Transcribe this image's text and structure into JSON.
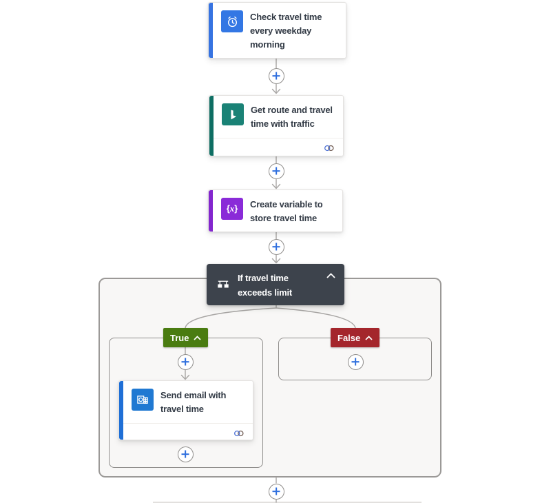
{
  "app": "Power Automate flow designer",
  "nodes": {
    "trigger": {
      "title": "Check travel time every weekday morning",
      "icon": "recurrence-icon"
    },
    "get_route": {
      "title": "Get route and travel time with traffic",
      "icon": "bing-maps-icon"
    },
    "create_variable": {
      "title": "Create variable to store travel time",
      "icon": "variable-icon"
    },
    "condition": {
      "title": "If travel time exceeds limit",
      "icon": "condition-icon"
    },
    "send_email": {
      "title": "Send email with travel time",
      "icon": "outlook-icon"
    }
  },
  "branches": {
    "true_label": "True",
    "false_label": "False"
  },
  "colors": {
    "trigger_accent": "#3673e1",
    "trigger_icon_bg": "#3377e4",
    "bing_accent": "#0e6e63",
    "bing_icon_bg": "#1a8276",
    "variable_accent": "#8326ce",
    "variable_icon_bg": "#8a2bd8",
    "email_accent": "#1f6fd6",
    "email_icon_bg": "#2079d2",
    "condition_bg": "#3d434c",
    "true_badge_bg": "#4a7c11",
    "false_badge_bg": "#a4262c",
    "connector_line": "#a8a6a4",
    "plus_glyph": "#2f6fde",
    "scope_bg": "#f8f7f6",
    "scope_border": "#9b9997"
  }
}
